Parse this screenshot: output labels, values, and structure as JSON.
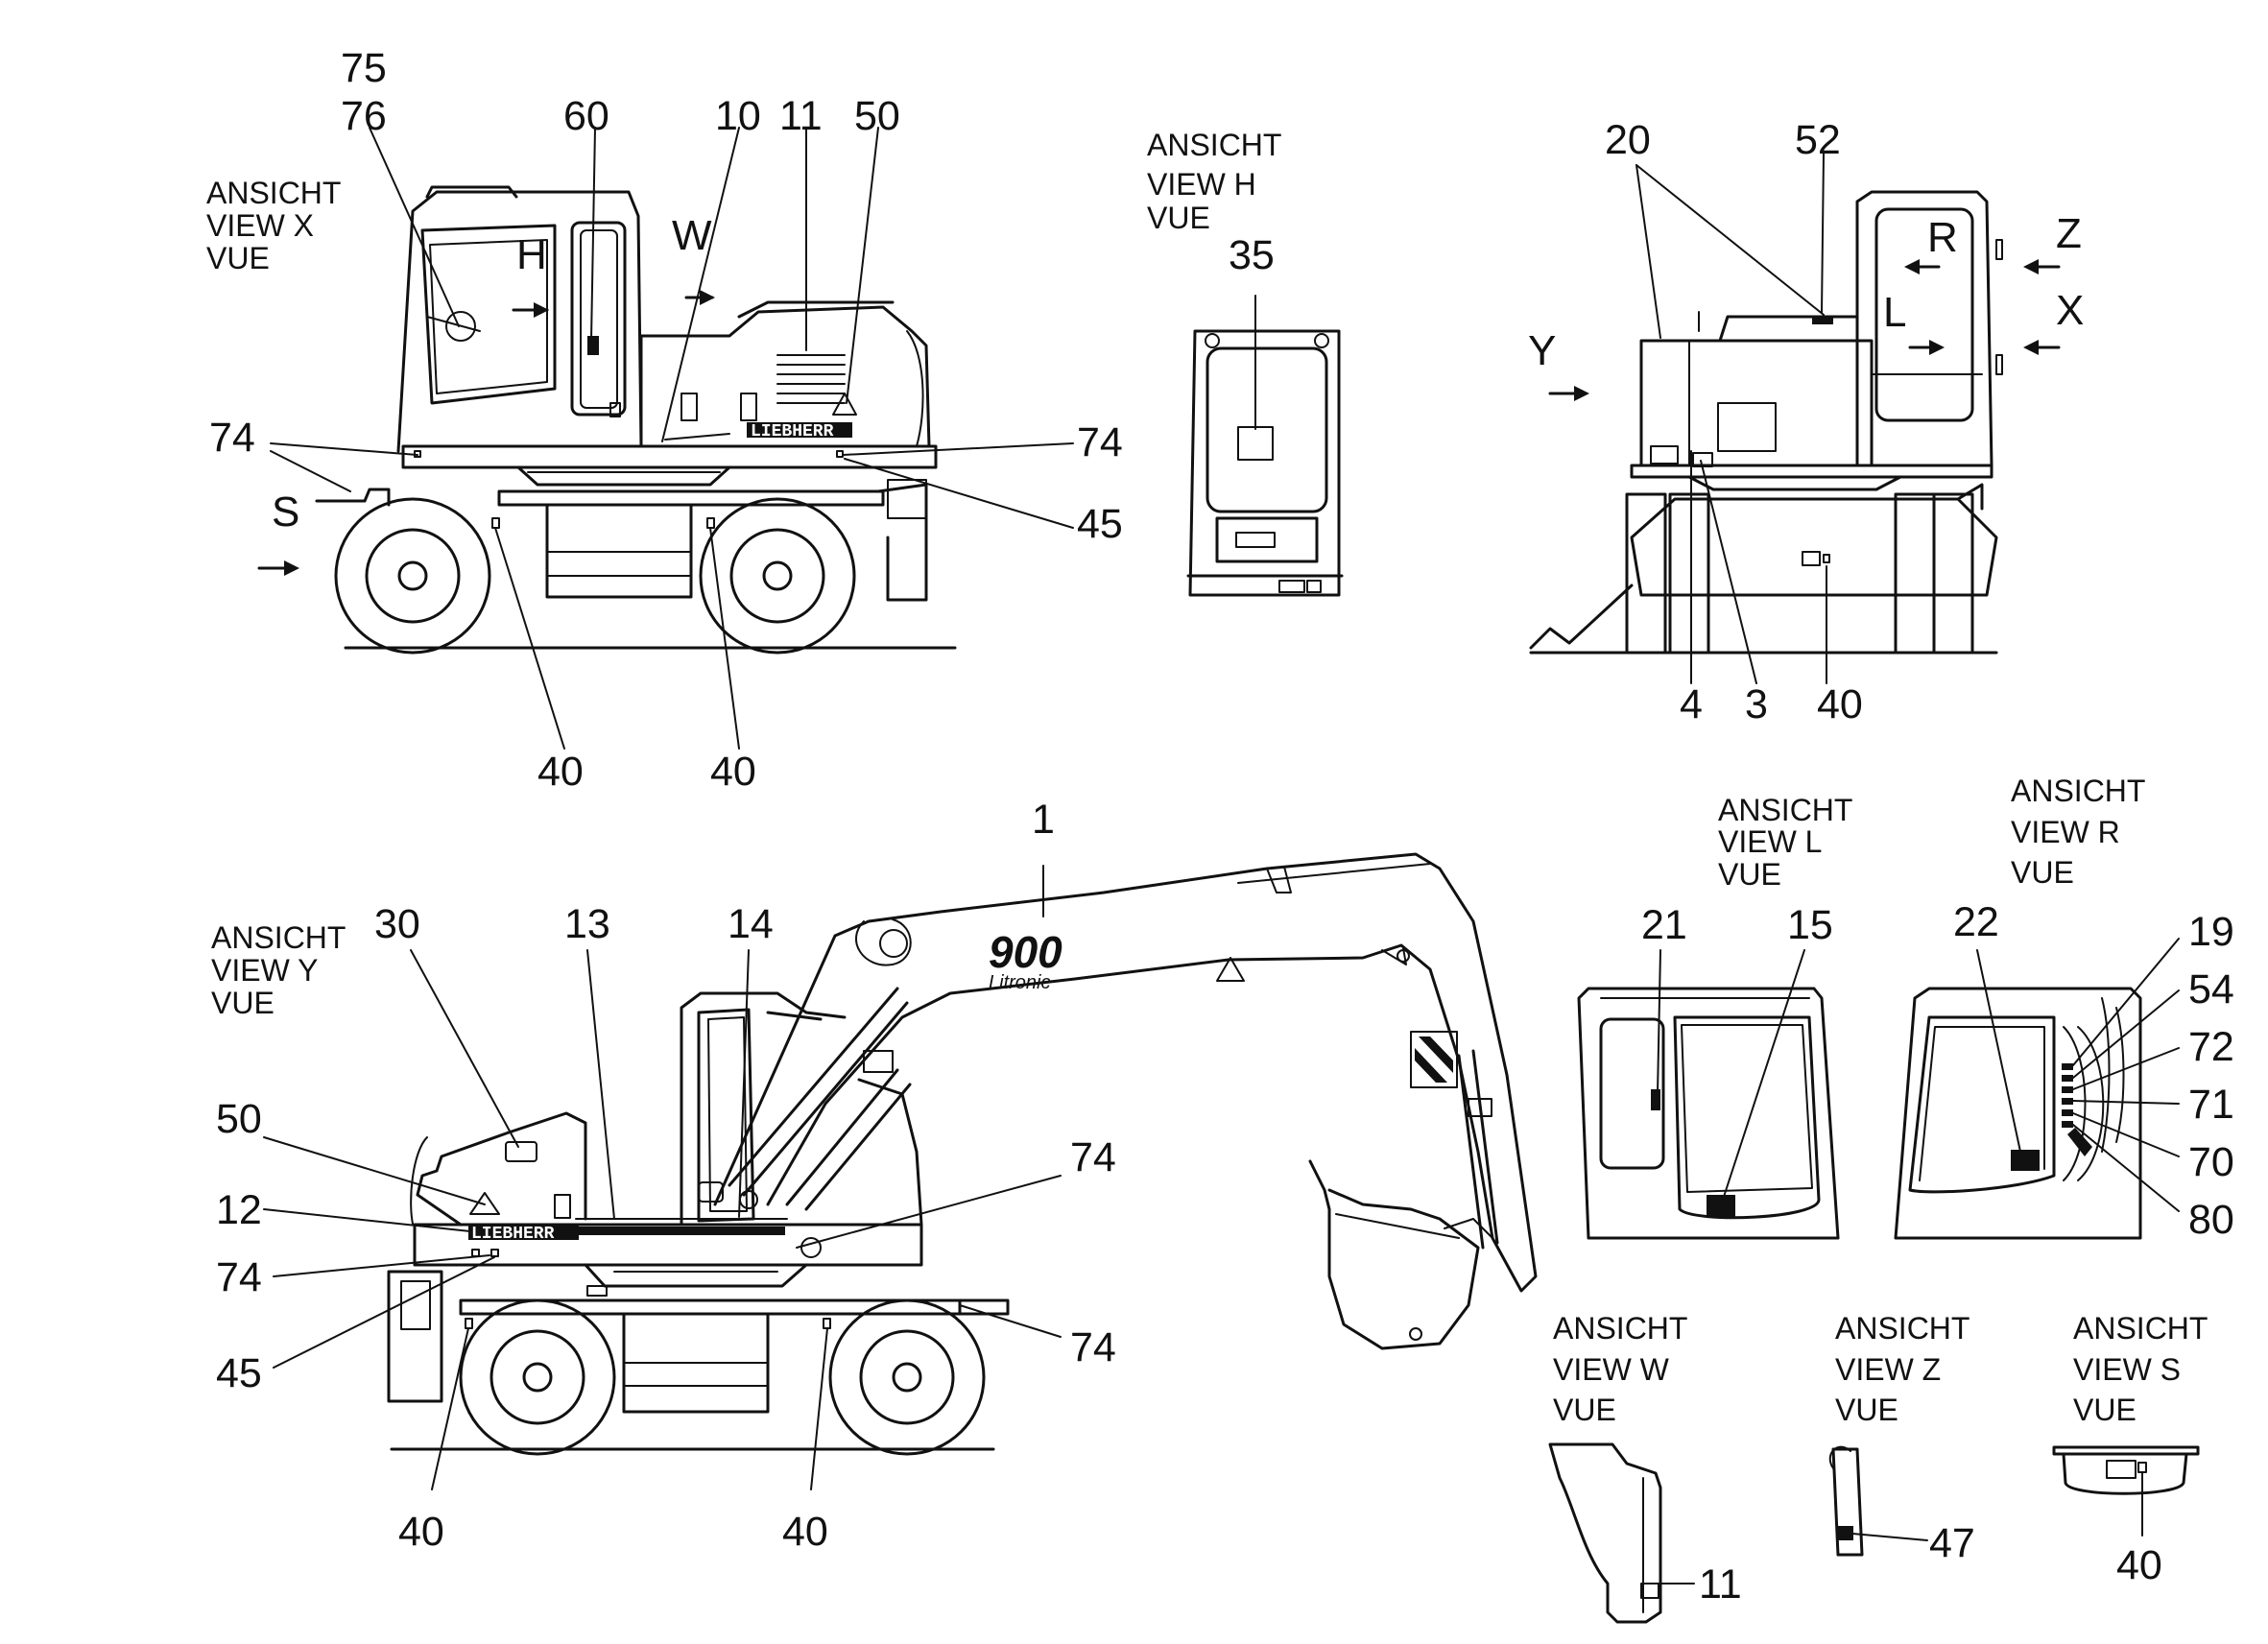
{
  "views": {
    "x": {
      "l1": "ANSICHT",
      "l2": "VIEW  X",
      "l3": "VUE"
    },
    "h": {
      "l1": "ANSICHT",
      "l2": "VIEW  H",
      "l3": "VUE"
    },
    "y": {
      "l1": "ANSICHT",
      "l2": "VIEW  Y",
      "l3": "VUE"
    },
    "l": {
      "l1": "ANSICHT",
      "l2": "VIEW  L",
      "l3": "VUE"
    },
    "r": {
      "l1": "ANSICHT",
      "l2": "VIEW     R",
      "l3": "VUE"
    },
    "w": {
      "l1": "ANSICHT",
      "l2": "VIEW      W",
      "l3": "VUE"
    },
    "z": {
      "l1": "ANSICHT",
      "l2": "VIEW    Z",
      "l3": "VUE"
    },
    "s": {
      "l1": "ANSICHT",
      "l2": "VIEW      S",
      "l3": "VUE"
    }
  },
  "arrows": {
    "h": "H",
    "w": "W",
    "s": "S",
    "y": "Y",
    "z": "Z",
    "x": "X",
    "r": "R",
    "l": "L"
  },
  "machine": {
    "model": "900",
    "brand": "Litronic",
    "stripe": "LIEBHERR"
  },
  "callouts": {
    "c75": "75",
    "c76": "76",
    "c60": "60",
    "c10": "10",
    "c11": "11",
    "c50": "50",
    "c74a": "74",
    "c74b": "74",
    "c45a": "45",
    "c40a": "40",
    "c40b": "40",
    "c35": "35",
    "c20": "20",
    "c52": "52",
    "c4": "4",
    "c3": "3",
    "c40c": "40",
    "c1": "1",
    "c30": "30",
    "c13": "13",
    "c14": "14",
    "c50b": "50",
    "c12": "12",
    "c74c": "74",
    "c74d": "74",
    "c45b": "45",
    "c74e": "74",
    "c40d": "40",
    "c40e": "40",
    "c21": "21",
    "c15": "15",
    "c22": "22",
    "c19": "19",
    "c54": "54",
    "c72": "72",
    "c71": "71",
    "c70": "70",
    "c80": "80",
    "c11b": "11",
    "c47": "47",
    "c40f": "40"
  }
}
